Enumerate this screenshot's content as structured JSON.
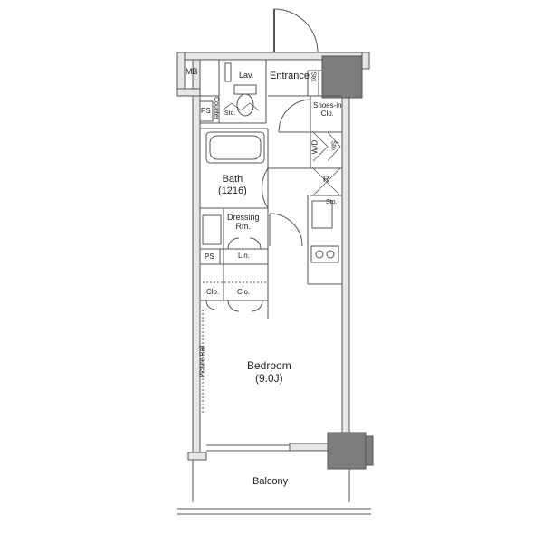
{
  "rooms": {
    "mb": "MB",
    "lav": "Lav.",
    "entrance": "Entrance",
    "sto_entrance": "Sto.",
    "ps_top": "PS",
    "counter": "Counter",
    "sto_lav": "Sto.",
    "shoes_in": "Shoes-in",
    "shoes_clo": "Clo.",
    "wd": "W/D",
    "sto_wd": "Sto.",
    "bath": "Bath",
    "bath_size": "(1216)",
    "r": "R",
    "sto_kitchen": "Sto.",
    "dressing": "Dressing",
    "dressing_rm": "Rm.",
    "ps_bottom": "PS",
    "lin": "Lin.",
    "clo_left": "Clo.",
    "clo_right": "Clo.",
    "picture_rail": "Picture Rail",
    "bedroom": "Bedroom",
    "bedroom_size": "(9.0J)",
    "balcony": "Balcony"
  }
}
